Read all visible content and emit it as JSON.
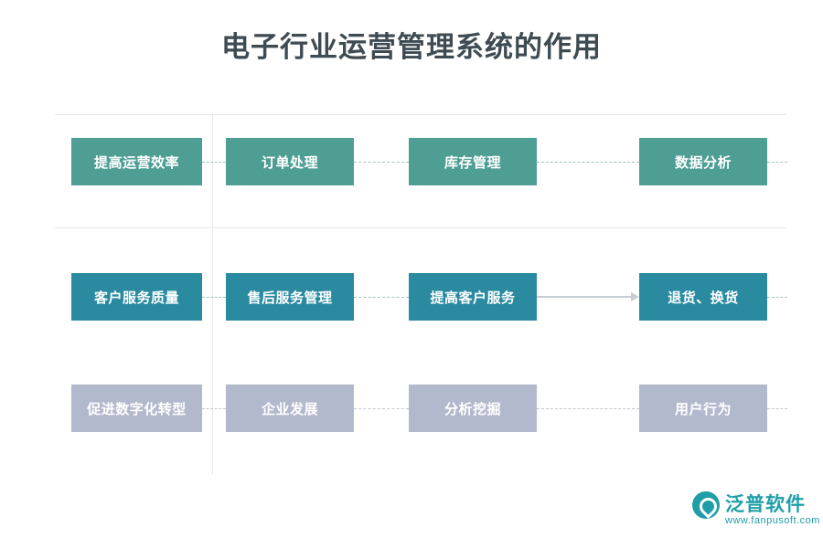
{
  "title": "电子行业运营管理系统的作用",
  "colors": {
    "green": "#4e9e94",
    "teal": "#2a8ba0",
    "grey": "#b3b9cc",
    "title_text": "#3e4b52",
    "divider": "#e6e8ea",
    "arrow": "#c7cdd4",
    "logo": "#1f9ea8"
  },
  "rows": [
    {
      "id": "row-1",
      "style": "green",
      "items": [
        {
          "label": "提高运营效率"
        },
        {
          "label": "订单处理"
        },
        {
          "label": "库存管理"
        },
        {
          "label": "数据分析"
        }
      ]
    },
    {
      "id": "row-2",
      "style": "teal",
      "items": [
        {
          "label": "客户服务质量"
        },
        {
          "label": "售后服务管理"
        },
        {
          "label": "提高客户服务"
        },
        {
          "label": "退货、换货"
        }
      ]
    },
    {
      "id": "row-3",
      "style": "grey",
      "items": [
        {
          "label": "促进数字化转型"
        },
        {
          "label": "企业发展"
        },
        {
          "label": "分析挖掘"
        },
        {
          "label": "用户行为"
        }
      ]
    }
  ],
  "logo": {
    "name": "泛普软件",
    "url": "www.fanpusoft.com"
  }
}
